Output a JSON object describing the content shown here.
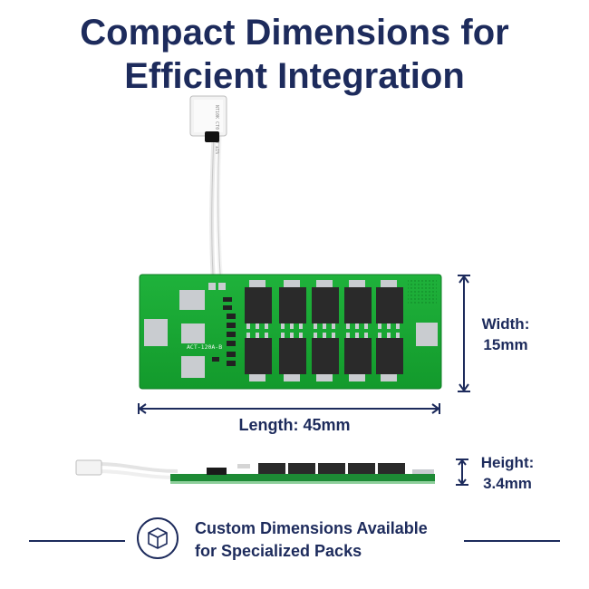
{
  "title": {
    "line1": "Compact Dimensions for",
    "line2": "Efficient Integration"
  },
  "board": {
    "label": "ACT-120A-B",
    "sensor_text": "NT10K CT0 3950 ±1%"
  },
  "dimensions": {
    "width_label": "Width:",
    "width_value": "15mm",
    "length_label": "Length: 45mm",
    "height_label": "Height:",
    "height_value": "3.4mm"
  },
  "footer": {
    "icon": "cube-icon",
    "line1": "Custom Dimensions Available",
    "line2": "for Specialized Packs"
  },
  "colors": {
    "navy": "#1d2b5c",
    "pcb_green": "#17a032",
    "pad_silver": "#c9ccd0",
    "mosfet_black": "#222222"
  }
}
